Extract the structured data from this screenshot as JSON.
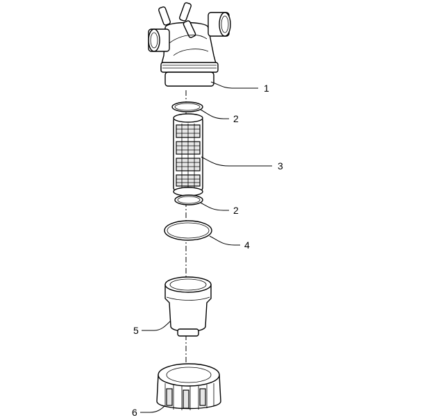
{
  "callouts": [
    {
      "id": "callout-1",
      "text": "1"
    },
    {
      "id": "callout-2a",
      "text": "2"
    },
    {
      "id": "callout-3",
      "text": "3"
    },
    {
      "id": "callout-2b",
      "text": "2"
    },
    {
      "id": "callout-4",
      "text": "4"
    },
    {
      "id": "callout-5",
      "text": "5"
    },
    {
      "id": "callout-6",
      "text": "6"
    }
  ]
}
